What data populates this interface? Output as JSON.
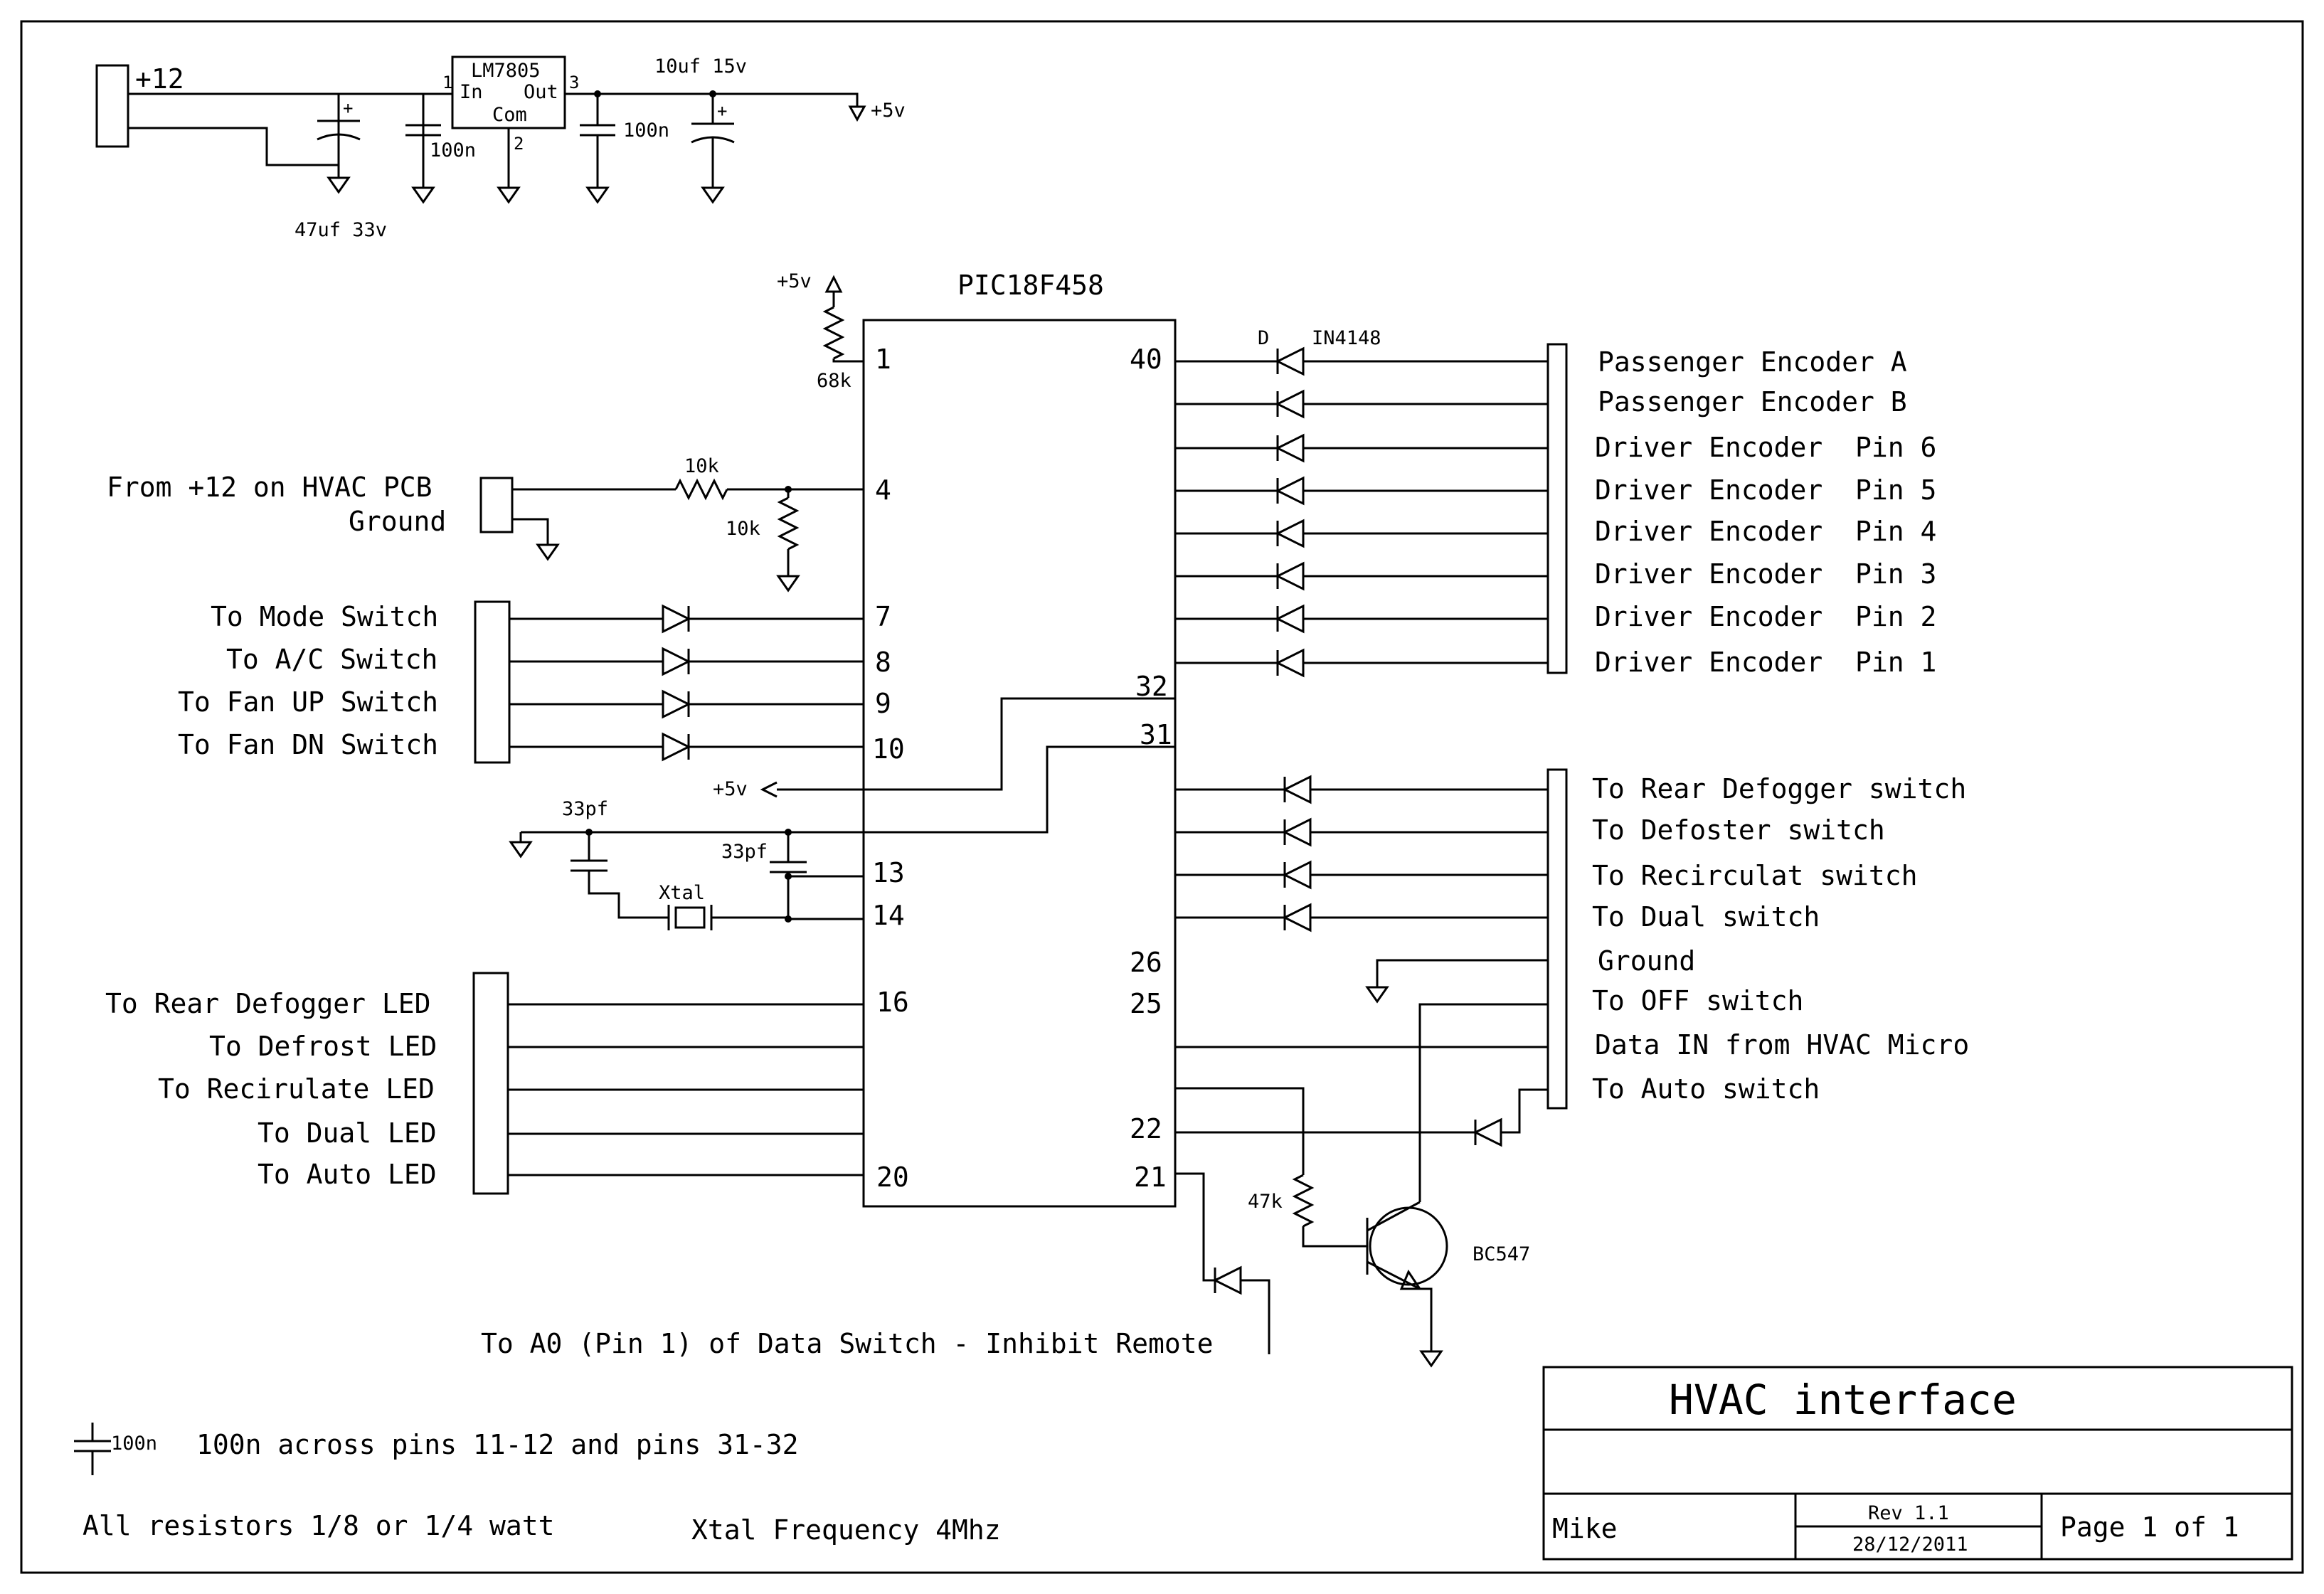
{
  "power": {
    "input_label": "+12",
    "regulator": "LM7805",
    "reg_in": "In",
    "reg_out": "Out",
    "reg_com": "Com",
    "pin1": "1",
    "pin2": "2",
    "pin3": "3",
    "cap_in_1": "47uf 33v",
    "cap_in_2": "100n",
    "cap_out_1": "100n",
    "cap_out_2": "10uf 15v",
    "vout": "+5v"
  },
  "mcu": {
    "name": "PIC18F458",
    "pullup_supply": "+5v",
    "pullup_value": "68k",
    "divider_top": "10k",
    "divider_bottom": "10k",
    "supply_tap": "+5v",
    "cap1": "33pf",
    "cap2": "33pf",
    "crystal": "Xtal",
    "pins_left": [
      "1",
      "4",
      "7",
      "8",
      "9",
      "10",
      "13",
      "14",
      "16",
      "20"
    ],
    "pins_right": [
      "40",
      "32",
      "31",
      "26",
      "25",
      "22",
      "21"
    ]
  },
  "left_connectors": {
    "hvac_power": [
      "From +12 on HVAC PCB",
      "Ground"
    ],
    "switches": [
      "To Mode Switch",
      "To A/C Switch",
      "To Fan UP Switch",
      "To Fan DN Switch"
    ],
    "leds": [
      "To Rear Defogger LED",
      "To Defrost LED",
      "To Recirulate LED",
      "To Dual LED",
      "To Auto LED"
    ]
  },
  "right_connectors": {
    "diode_ref": "D",
    "diode_part": "IN4148",
    "encoders": [
      "Passenger Encoder A",
      "Passenger Encoder B",
      "Driver Encoder  Pin 6",
      "Driver Encoder  Pin 5",
      "Driver Encoder  Pin 4",
      "Driver Encoder  Pin 3",
      "Driver Encoder  Pin 2",
      "Driver Encoder  Pin 1"
    ],
    "controls": [
      "To Rear Defogger switch",
      "To Defoster switch",
      "To Recirculat switch",
      "To Dual switch",
      "Ground",
      "To OFF switch",
      "Data IN from HVAC Micro",
      "To Auto switch"
    ]
  },
  "transistor": {
    "resistor": "47k",
    "part": "BC547"
  },
  "remote_label": "To A0 (Pin 1) of Data Switch - Inhibit Remote",
  "notes": {
    "cap_legend": "100n",
    "cap_note": "100n across pins 11-12 and pins 31-32",
    "resistor_note": "All resistors 1/8 or 1/4 watt",
    "xtal_note": "Xtal Frequency 4Mhz"
  },
  "titleblock": {
    "title": "HVAC interface",
    "author": "Mike",
    "rev": "Rev 1.1",
    "date": "28/12/2011",
    "page": "Page 1 of 1"
  }
}
